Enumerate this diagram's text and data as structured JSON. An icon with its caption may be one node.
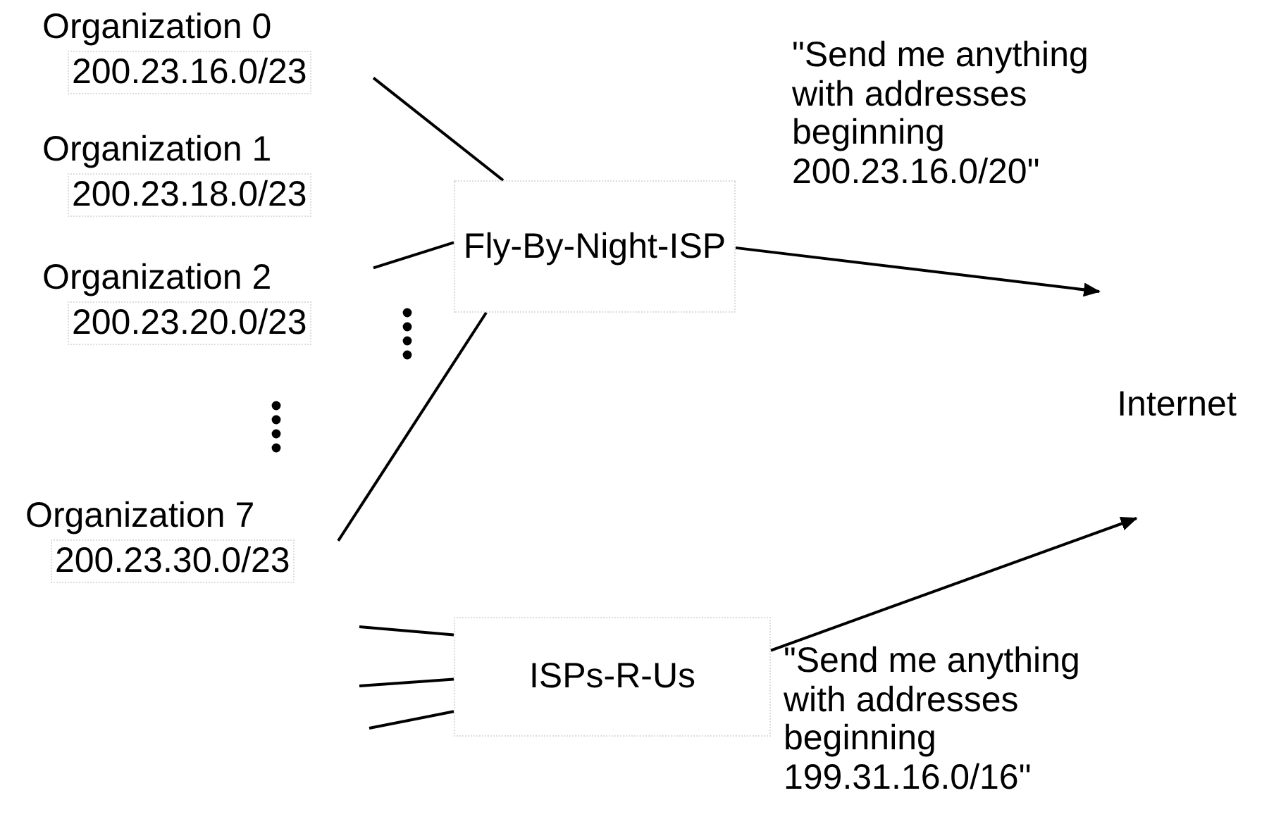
{
  "diagram": {
    "nodes": [
      {
        "text": [
          "Organization 0",
          "200.23.16.0/23"
        ]
      },
      {
        "text": [
          "Organization 1",
          "200.23.18.0/23"
        ]
      },
      {
        "text": [
          "Organization 2",
          "200.23.20.0/23"
        ]
      },
      {
        "text": [
          "Organization 7",
          "200.23.30.0/23"
        ]
      },
      {
        "text": [
          "Fly-By-Night-ISP"
        ],
        "beside": [
          "\"Send me anything with addresses beginning 200.23.16.0/20\""
        ]
      },
      {
        "text": [
          "ISPs-R-Us"
        ],
        "beside": [
          "\"Send me anything with addresses beginning 199.31.16.0/16\""
        ]
      },
      {
        "text": [
          "Internet"
        ]
      }
    ],
    "edges": [
      {
        "from": 0,
        "to": 4,
        "arrow": "none"
      },
      {
        "from": 2,
        "to": 4,
        "arrow": "none"
      },
      {
        "from": 3,
        "to": 4,
        "arrow": "none"
      },
      {
        "from": 4,
        "to": 6,
        "arrow": "to"
      },
      {
        "from": 5,
        "to": 6,
        "arrow": "to"
      },
      {
        "from": null,
        "to": 5,
        "arrow": "none"
      },
      {
        "from": null,
        "to": 5,
        "arrow": "none"
      },
      {
        "from": null,
        "to": 5,
        "arrow": "none"
      }
    ]
  }
}
